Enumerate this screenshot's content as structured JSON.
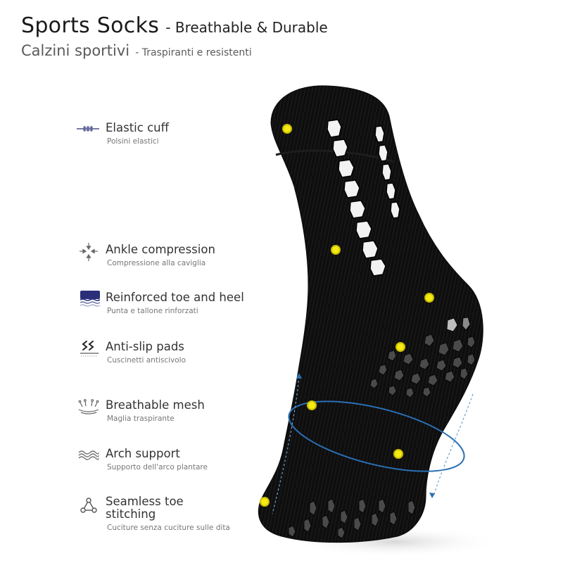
{
  "header": {
    "title": "Sports Socks",
    "title_suffix": "- Breathable & Durable",
    "subtitle": "Calzini sportivi",
    "subtitle_suffix": "- Traspiranti e resistenti"
  },
  "colors": {
    "sock": "#0e0e0e",
    "grip_white": "#f2f2f2",
    "grip_gray": "#5a5a5a",
    "callout_line": "#2a6fb5",
    "callout_line_light": "#b9cde0",
    "marker_fill": "#f5ea14",
    "marker_ring": "#c9be00",
    "icon_navy": "#2b2f7a"
  },
  "features": [
    {
      "label": "Elastic cuff",
      "sublabel": "Polsini elastici",
      "icon": "elastic-band-icon"
    },
    {
      "label": "Ankle compression",
      "sublabel": "Compressione alla caviglia",
      "icon": "compression-arrows-icon"
    },
    {
      "label": "Reinforced toe and heel",
      "sublabel": "Punta e tallone rinforzati",
      "icon": "reinforced-layer-icon"
    },
    {
      "label": "Anti-slip pads",
      "sublabel": "Cuscinetti antiscivolo",
      "icon": "anti-slip-icon"
    },
    {
      "label": "Breathable mesh",
      "sublabel": "Maglia traspirante",
      "icon": "airflow-icon"
    },
    {
      "label": "Arch support",
      "sublabel": "Supporto dell'arco plantare",
      "icon": "waves-icon"
    },
    {
      "label": "Seamless toe stitching",
      "label_line1": "Seamless toe",
      "label_line2": "stitching",
      "sublabel": "Cuciture senza cuciture sulle dita",
      "icon": "triangle-nodes-icon"
    }
  ]
}
